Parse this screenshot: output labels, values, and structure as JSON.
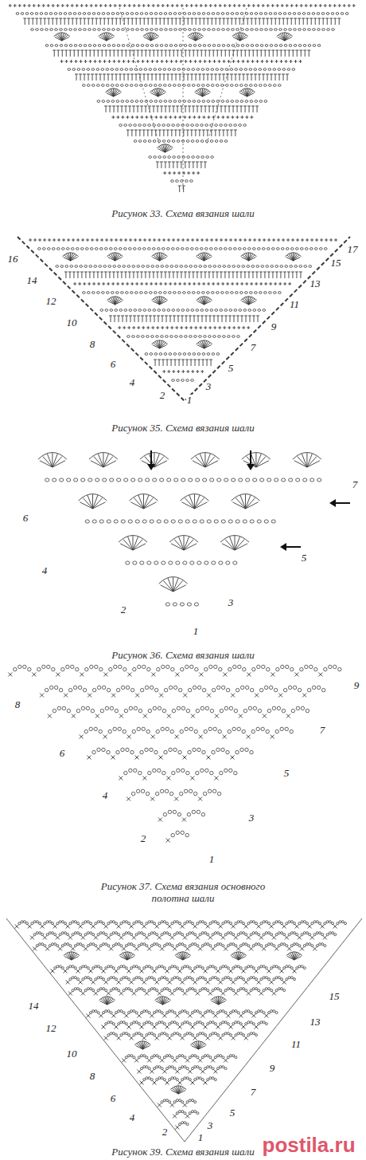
{
  "diagram": {
    "labels": [
      "Рисунок 33. Схема вязания шали",
      "16",
      "17",
      "15",
      "14",
      "13",
      "12",
      "11",
      "10",
      "9",
      "8",
      "7",
      "6",
      "5",
      "4",
      "3",
      "2",
      "1",
      "Рисунок 35. Схема вязания шали",
      "7",
      "6",
      "5",
      "4",
      "3",
      "2",
      "1",
      "Рисунок 36. Схема вязания шали",
      "9",
      "8",
      "7",
      "6",
      "5",
      "4",
      "3",
      "2",
      "1",
      "Рисунок 37. Схема вязания основного полотна шали",
      "15",
      "14",
      "13",
      "12",
      "11",
      "10",
      "9",
      "8",
      "7",
      "6",
      "5",
      "4",
      "3",
      "2",
      "1",
      "Рисунок 39. Схема вязания шали",
      "postila.ru"
    ]
  }
}
